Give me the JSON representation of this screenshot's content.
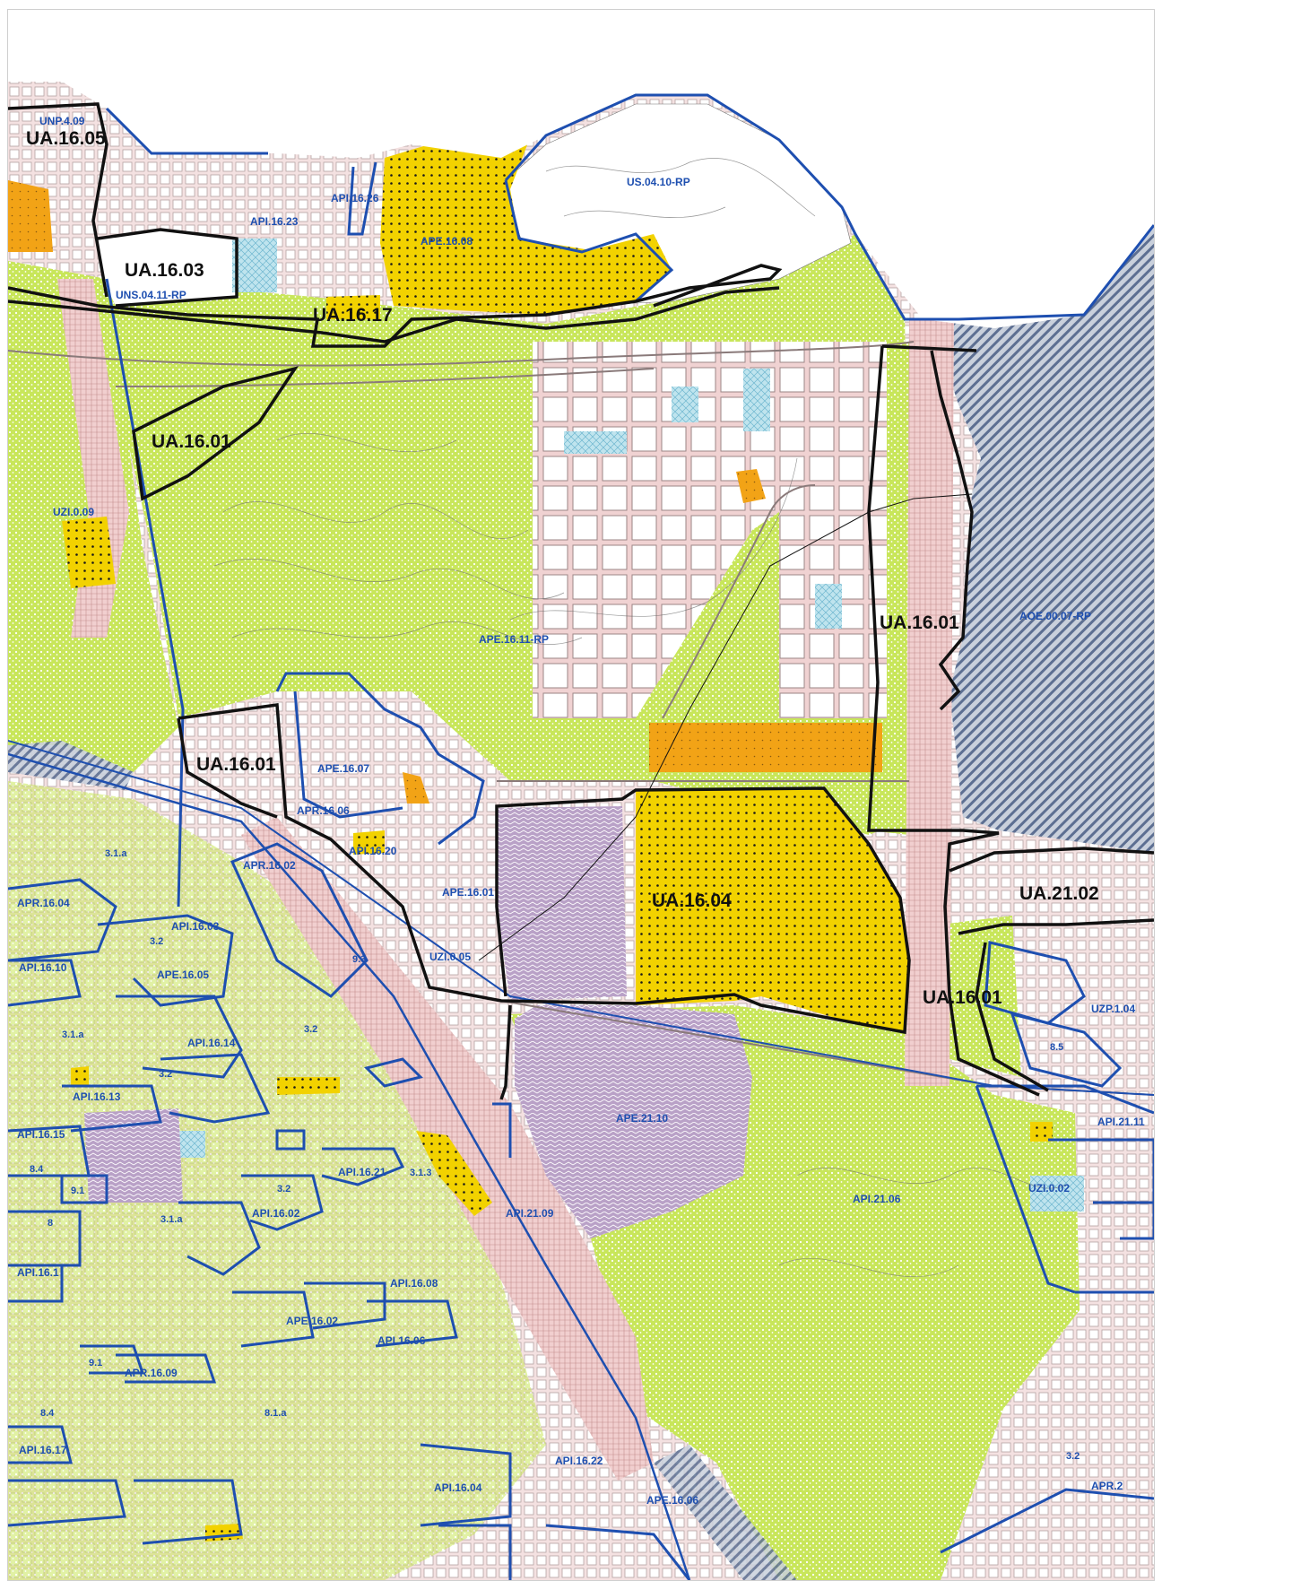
{
  "colors": {
    "green_zone": "#c8e65a",
    "green_dots": "#ffffff",
    "yellow_zone": "#f2d200",
    "orange_zone": "#f2a316",
    "purple_zone": "#b9a1c7",
    "hatch_zone": "#7a8aa6",
    "cyan_zone": "#bfe4ee",
    "urban_pink": "#f0d2d2",
    "blue_boundary": "#1e4fb0",
    "black_boundary": "#111111"
  },
  "labels": {
    "unp_4_09": "UNP.4.09",
    "ua_16_05": "UA.16.05",
    "api_16_23": "API.16.23",
    "api_16_24": "API.16.26",
    "ape_16_08": "APE.16.08",
    "us_04_10_rp": "US.04.10-RP",
    "ua_16_03": "UA.16.03",
    "uns_04_11_rp": "UNS.04.11-RP",
    "ua_16_17": "UA.16.17",
    "ua_16_01_a": "UA.16.01",
    "uz_1_0_09": "UZI.0.09",
    "ape_16_11_rp": "APE.16.11-RP",
    "ua_16_01_b": "UA.16.01",
    "aoe_00_07_rp": "AOE.00.07-RP",
    "ua_16_01_c": "UA.16.01",
    "ape_16_07": "APE.16.07",
    "apr_16_06": "APR.16.06",
    "api_16_20": "API.16.20",
    "apr_16_02": "APR.16.02",
    "ape_16_01": "APE.16.01",
    "ua_16_04": "UA.16.04",
    "ua_21_02": "UA.21.02",
    "apr_16_04": "APR.16.04",
    "api_16_03": "API.16.03",
    "api_16_10": "API.16.10",
    "ape_16_05": "APE.16.05",
    "uz_1_0_05": "UZI.0.05",
    "ua_16_01_d": "UA.16.01",
    "uzp_1_04": "UZP.1.04",
    "api_16_14": "API.16.14",
    "api_16_13": "API.16.13",
    "ape_21_10": "APE.21.10",
    "api_21_11": "API.21.11",
    "api_16_15": "API.16.15",
    "api_16_21": "API.16.21",
    "api_21_09": "API.21.09",
    "api_21_06": "API.21.06",
    "uz_1_0_02": "UZI.0.02",
    "api_16_02": "API.16.02",
    "api_16_18": "API.16.1",
    "api_16_08": "API.16.08",
    "ape_16_02": "APE.16.02",
    "api_16_06": "API.16.06",
    "apr_16_09": "APR.16.09",
    "api_16_17": "API.16.17",
    "api_16_22": "API.16.22",
    "api_16_04": "API.16.04",
    "ape_16_06": "APE.16.06",
    "apr_2x": "APR.2"
  },
  "numbers": {
    "n_3_1_a_1": "3.1.a",
    "n_3_2_a": "3.2",
    "n_9_3": "9.3",
    "n_3_1_a_2": "3.1.a",
    "n_3_2_b": "3.2",
    "n_3_2_c": "3.2",
    "n_8_4_a": "8.4",
    "n_9_1_a": "9.1",
    "n_8": "8",
    "n_3_1_a_3": "3.1.a",
    "n_3_2_d": "3.2",
    "n_3_1_3": "3.1.3",
    "n_8_5": "8.5",
    "n_9_1_b": "9.1",
    "n_8_4_b": "8.4",
    "n_8_1_a": "8.1.a",
    "n_3_2_e": "3.2"
  }
}
